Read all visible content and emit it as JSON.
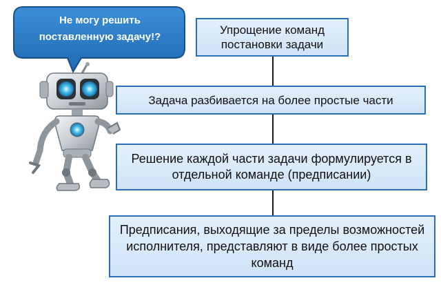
{
  "bubble": {
    "text": "Не могу решить поставленную задачу!?"
  },
  "boxes": [
    {
      "text": "Упрощение команд постановки задачи"
    },
    {
      "text": "Задача разбивается на более простые части"
    },
    {
      "text": "Решение каждой части задачи формулируется в отдельной команде (предписании)"
    },
    {
      "text": "Предписания, выходящие за пределы возможностей исполнителя, представляют в виде более простых команд"
    }
  ],
  "colors": {
    "box_border": "#2a6fb3",
    "box_fill": "#d8e9f8",
    "bubble_fill": "#2c7cc6",
    "connector": "#1a1a1a"
  },
  "icons": [
    "robot-illustration",
    "speech-bubble"
  ]
}
